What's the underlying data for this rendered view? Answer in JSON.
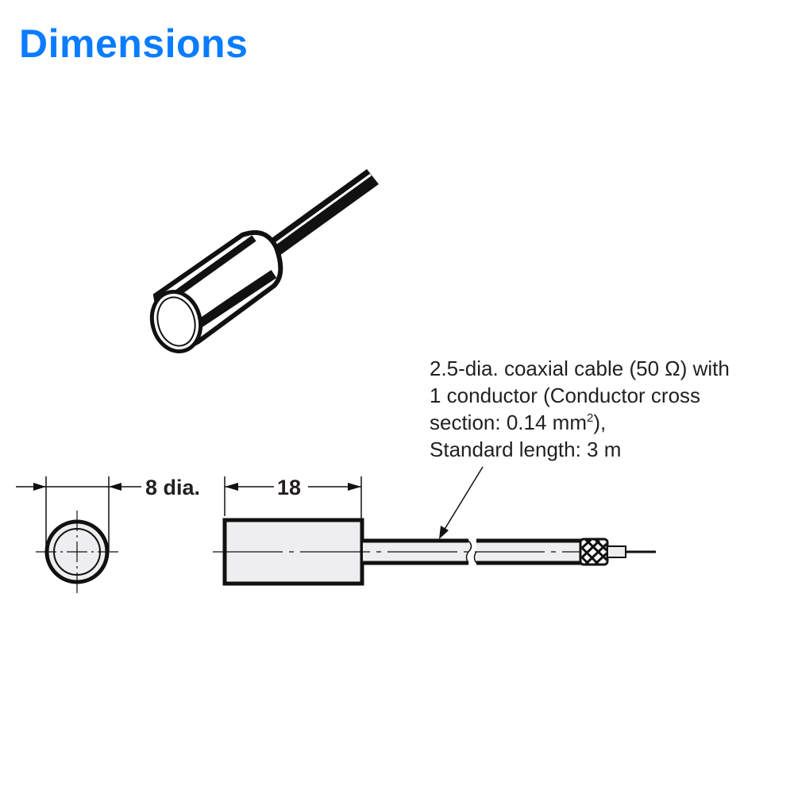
{
  "title": "Dimensions",
  "cable_note": {
    "line1": "2.5-dia. coaxial cable (50 Ω) with",
    "line2": "1 conductor (Conductor cross",
    "line3_prefix": "section: 0.14 mm",
    "line3_sup": "2",
    "line3_suffix": "),",
    "line4": "Standard length: 3 m"
  },
  "dimensions": {
    "diameter_label": "8 dia.",
    "length_label": "18"
  },
  "colors": {
    "title": "#0a7cff",
    "ink": "#231f20",
    "fill": "#eeeef0"
  }
}
